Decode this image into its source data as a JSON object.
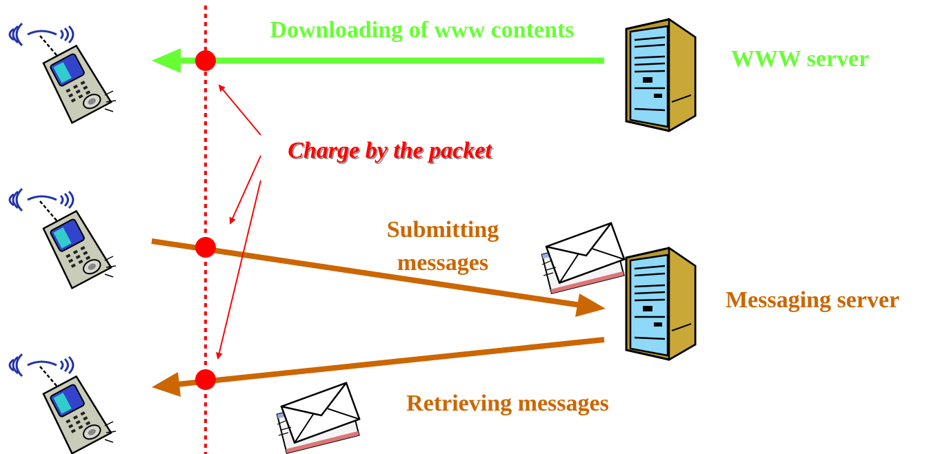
{
  "labels": {
    "download": "Downloading of www contents",
    "www_server": "WWW server",
    "charge": "Charge by the packet",
    "submitting_line1": "Submitting",
    "submitting_line2": "messages",
    "messaging_server": "Messaging server",
    "retrieving": "Retrieving messages"
  },
  "colors": {
    "green": "#66ff33",
    "orange": "#cc6600",
    "red": "#ff0000",
    "phone_body": "#c8ccb8",
    "phone_screen": "#3344cc",
    "screen_teal": "#33cccc",
    "server_side": "#b89a2e",
    "server_front": "#8ed8f8",
    "signal_blue": "#2233aa"
  },
  "icons": [
    "phone-icon",
    "server-icon",
    "envelopes-icon"
  ]
}
